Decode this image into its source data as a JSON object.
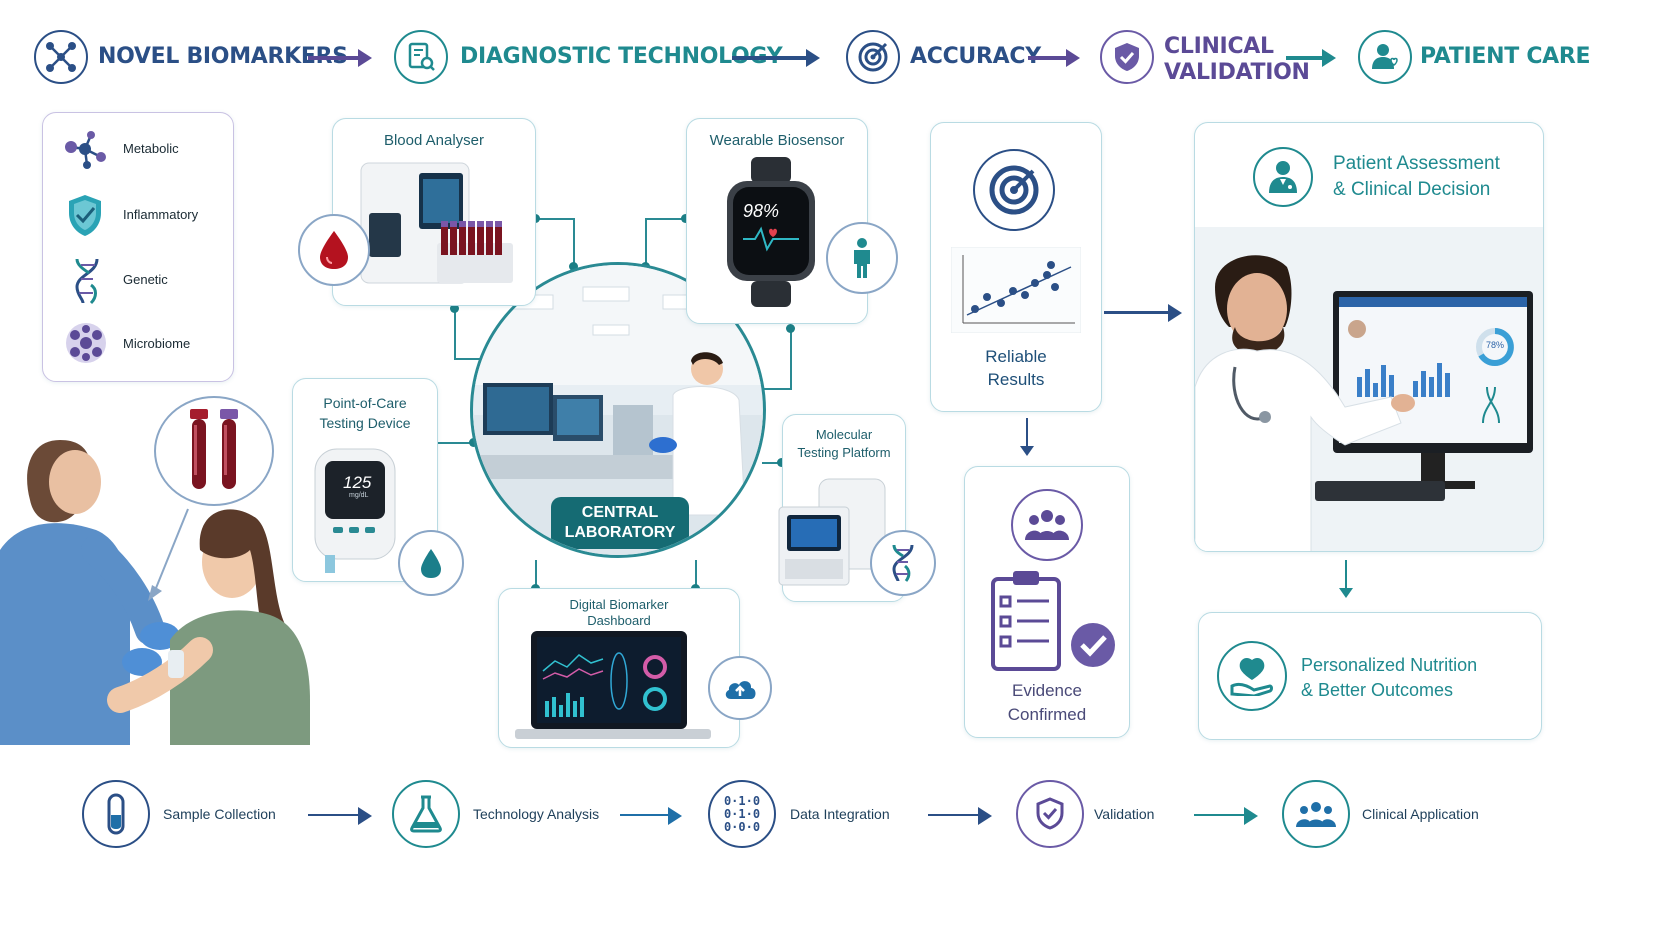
{
  "top_flow": {
    "steps": [
      {
        "label": "NOVEL BIOMARKERS",
        "icon": "molecule-icon",
        "color": "#2b4f86"
      },
      {
        "label": "DIAGNOSTIC TECHNOLOGY",
        "icon": "diagnostic-document-icon",
        "color": "#1f8a8f"
      },
      {
        "label": "ACCURACY",
        "icon": "target-icon",
        "color": "#2b4f86"
      },
      {
        "label_line1": "CLINICAL",
        "label_line2": "VALIDATION",
        "icon": "shield-check-icon",
        "color": "#5b4a96"
      },
      {
        "label": "PATIENT CARE",
        "icon": "doctor-heart-icon",
        "color": "#1f8a8f"
      }
    ]
  },
  "biomarkers": {
    "items": [
      {
        "label": "Metabolic",
        "icon": "molecule-icon"
      },
      {
        "label": "Inflammatory",
        "icon": "shield-icon"
      },
      {
        "label": "Genetic",
        "icon": "dna-icon"
      },
      {
        "label": "Microbiome",
        "icon": "microbiome-icon"
      }
    ]
  },
  "devices": {
    "blood_analyser": "Blood Analyser",
    "wearable": "Wearable Biosensor",
    "wearable_reading": "98%",
    "poc_line1": "Point-of-Care",
    "poc_line2": "Testing Device",
    "poc_reading": "125",
    "poc_unit": "mg/dL",
    "molecular_line1": "Molecular",
    "molecular_line2": "Testing Platform",
    "dashboard_line1": "Digital Biomarker",
    "dashboard_line2": "Dashboard",
    "central_line1": "CENTRAL",
    "central_line2": "LABORATORY"
  },
  "results": {
    "reliable_line1": "Reliable",
    "reliable_line2": "Results",
    "evidence_line1": "Evidence",
    "evidence_line2": "Confirmed"
  },
  "patient_care": {
    "assessment_line1": "Patient Assessment",
    "assessment_line2": "& Clinical Decision",
    "monitor_percent": "78%",
    "nutrition_line1": "Personalized Nutrition",
    "nutrition_line2": "& Better Outcomes"
  },
  "bottom_flow": {
    "steps": [
      {
        "label": "Sample Collection",
        "icon": "test-tube-icon"
      },
      {
        "label": "Technology Analysis",
        "icon": "flask-icon"
      },
      {
        "label": "Data Integration",
        "icon": "binary-data-icon"
      },
      {
        "label": "Validation",
        "icon": "shield-check-icon"
      },
      {
        "label": "Clinical Application",
        "icon": "people-icon"
      }
    ]
  },
  "colors": {
    "navy": "#2b4f86",
    "teal": "#1f8a8f",
    "purple": "#5b4a96",
    "card_border": "#b9dbe3"
  }
}
